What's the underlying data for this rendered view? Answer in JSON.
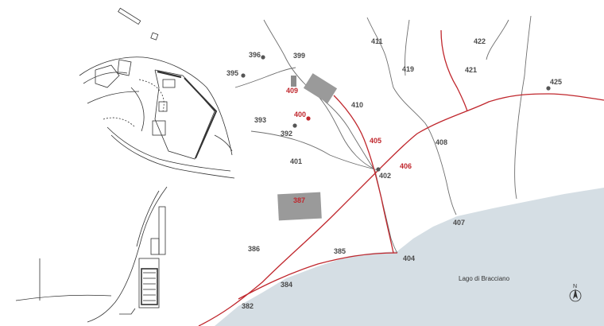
{
  "lake": {
    "name": "Lago di Bracciano",
    "color": "#d5dee4"
  },
  "north_label": "N",
  "colors": {
    "road": "#c0272d",
    "path": "#6e6e6e",
    "label": "#4a4a4a",
    "highlight": "#c0272d",
    "building": "#9a9a9a"
  },
  "sites": [
    {
      "id": "s396",
      "label": "396",
      "highlight": false
    },
    {
      "id": "s399",
      "label": "399",
      "highlight": false
    },
    {
      "id": "s395",
      "label": "395",
      "highlight": false
    },
    {
      "id": "s409",
      "label": "409",
      "highlight": true
    },
    {
      "id": "s400",
      "label": "400",
      "highlight": true
    },
    {
      "id": "s393",
      "label": "393",
      "highlight": false
    },
    {
      "id": "s392",
      "label": "392",
      "highlight": false
    },
    {
      "id": "s410",
      "label": "410",
      "highlight": false
    },
    {
      "id": "s411",
      "label": "411",
      "highlight": false
    },
    {
      "id": "s419",
      "label": "419",
      "highlight": false
    },
    {
      "id": "s422",
      "label": "422",
      "highlight": false
    },
    {
      "id": "s421",
      "label": "421",
      "highlight": false
    },
    {
      "id": "s425",
      "label": "425",
      "highlight": false
    },
    {
      "id": "s405",
      "label": "405",
      "highlight": true
    },
    {
      "id": "s408",
      "label": "408",
      "highlight": false
    },
    {
      "id": "s401",
      "label": "401",
      "highlight": false
    },
    {
      "id": "s402",
      "label": "402",
      "highlight": false
    },
    {
      "id": "s406",
      "label": "406",
      "highlight": true
    },
    {
      "id": "s387",
      "label": "387",
      "highlight": true
    },
    {
      "id": "s407",
      "label": "407",
      "highlight": false
    },
    {
      "id": "s386",
      "label": "386",
      "highlight": false
    },
    {
      "id": "s385",
      "label": "385",
      "highlight": false
    },
    {
      "id": "s404",
      "label": "404",
      "highlight": false
    },
    {
      "id": "s384",
      "label": "384",
      "highlight": false
    },
    {
      "id": "s382",
      "label": "382",
      "highlight": false
    }
  ]
}
